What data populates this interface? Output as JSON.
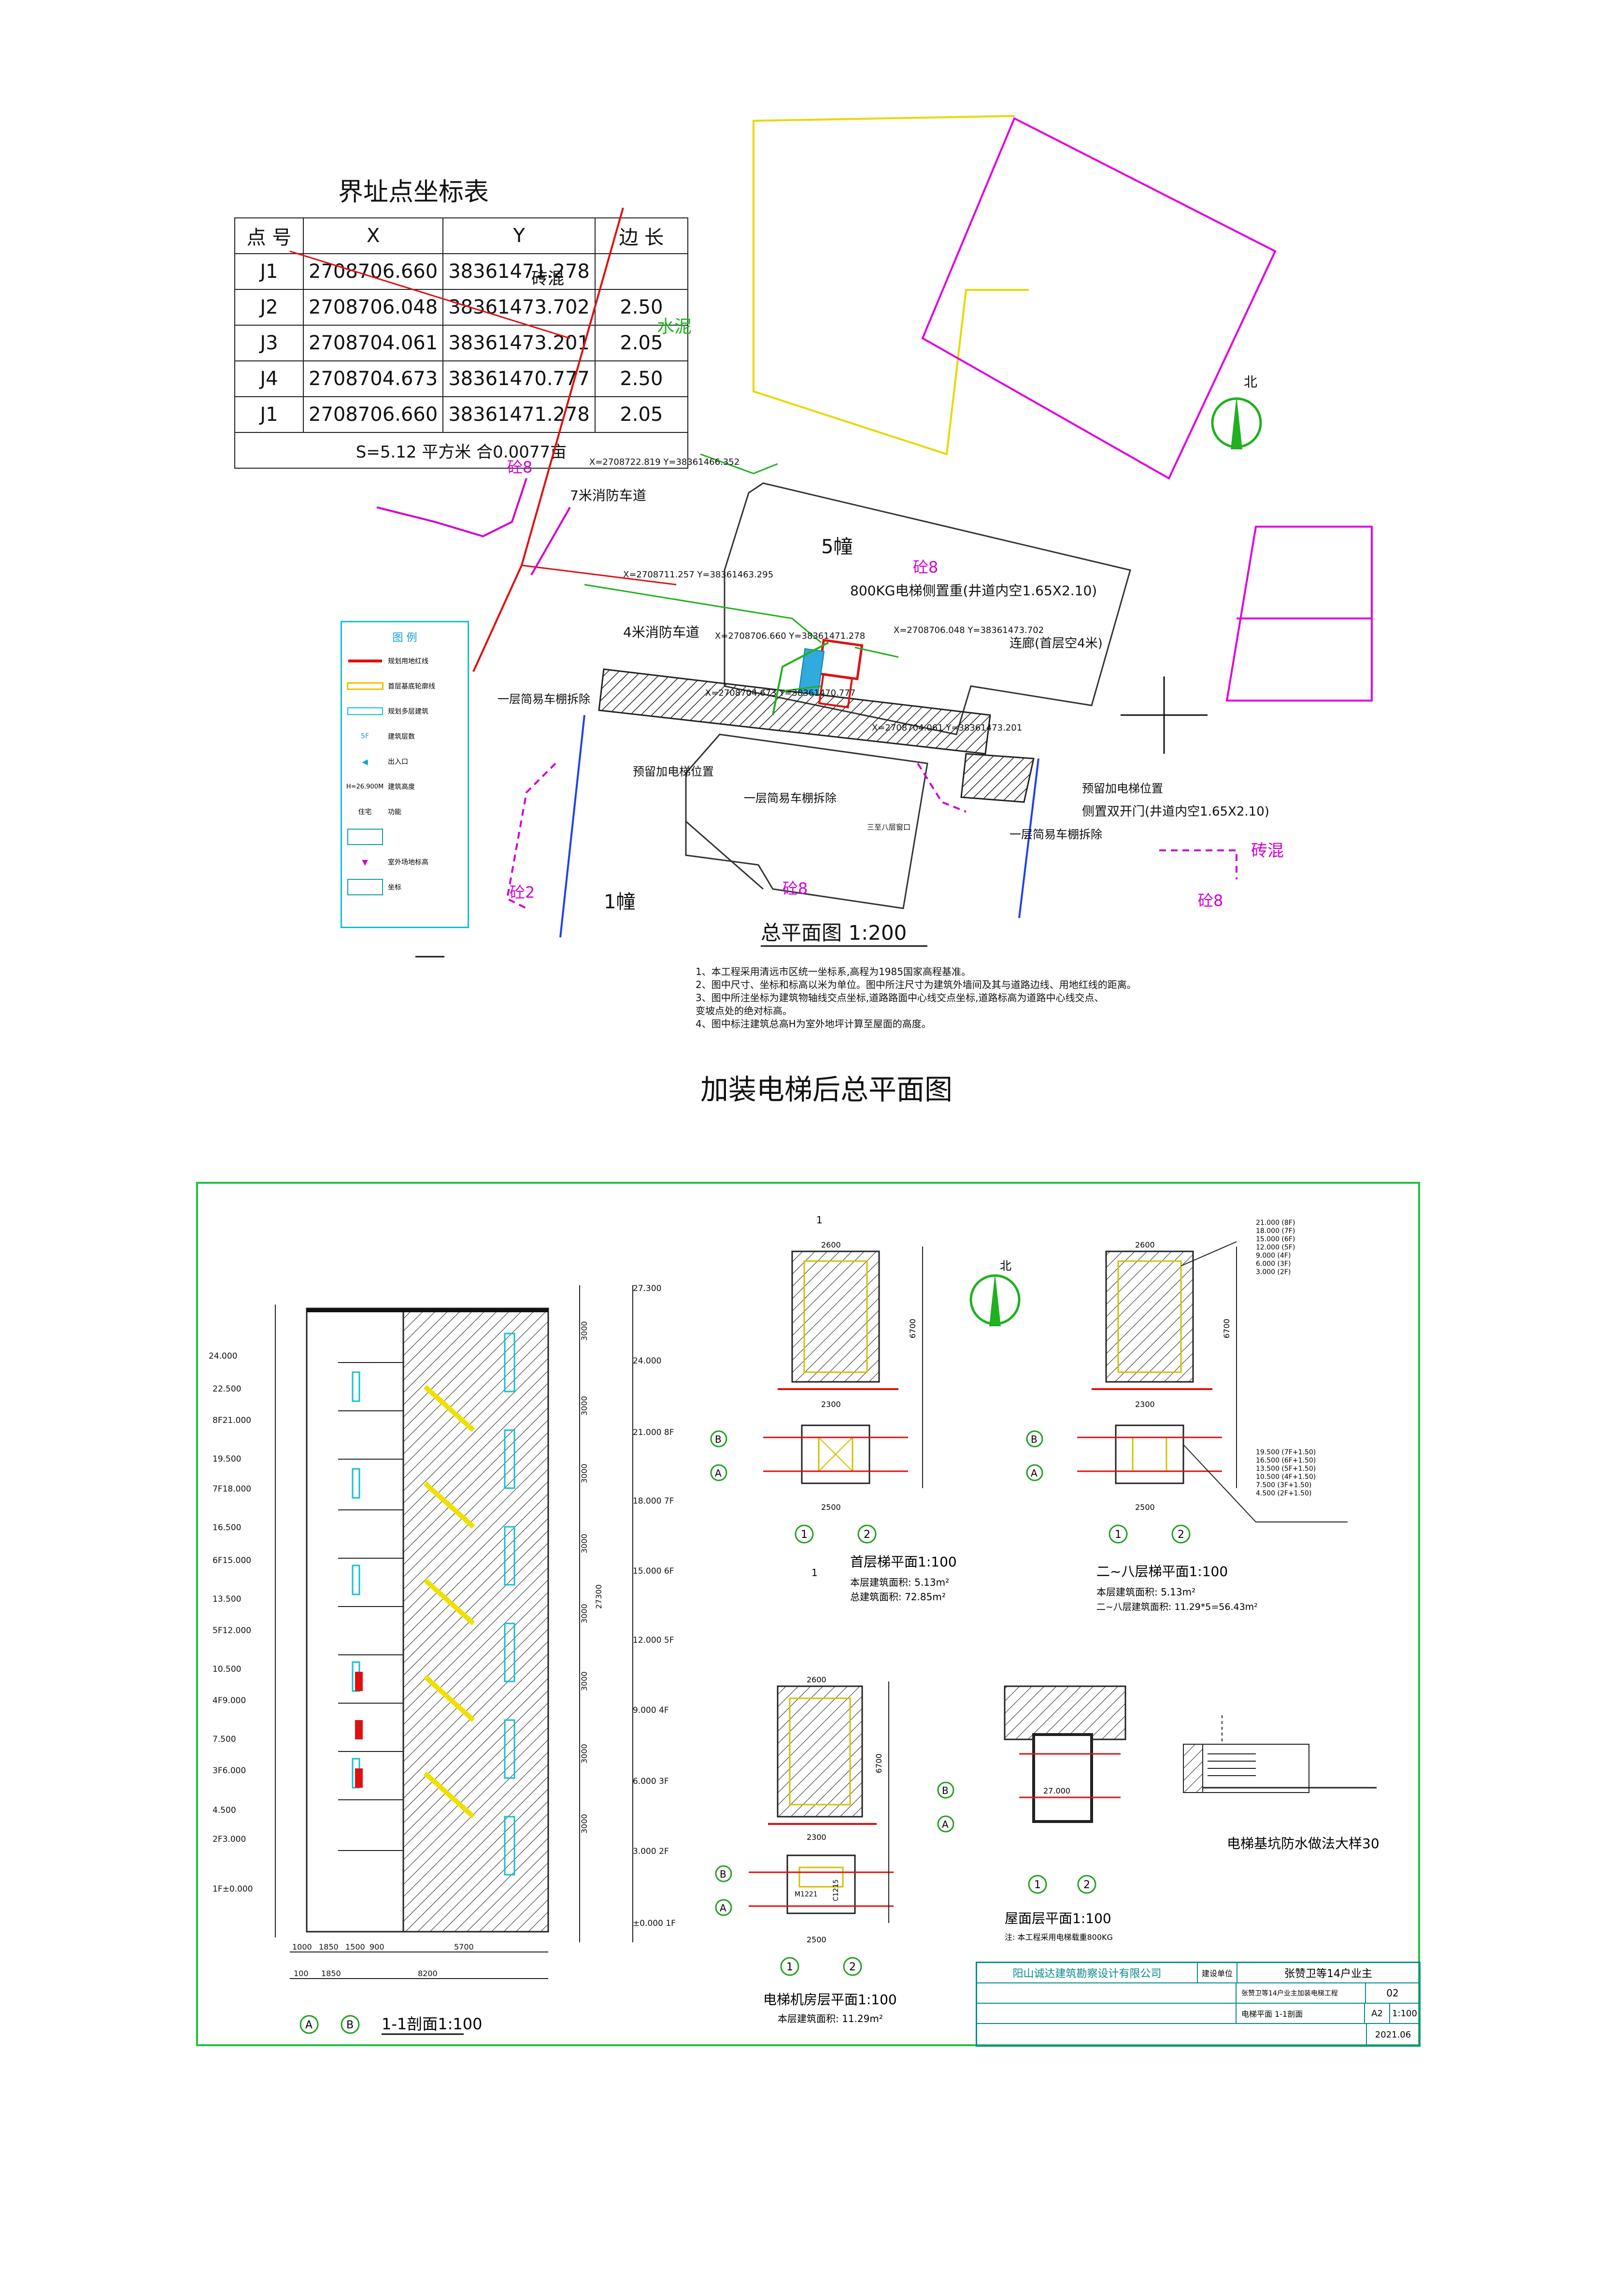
{
  "coord_table": {
    "title": "界址点坐标表",
    "headers": [
      "点 号",
      "X",
      "Y",
      "边 长"
    ],
    "rows": [
      {
        "pt": "J1",
        "x": "2708706.660",
        "y": "38361471.278",
        "len": ""
      },
      {
        "pt": "J2",
        "x": "2708706.048",
        "y": "38361473.702",
        "len": "2.50"
      },
      {
        "pt": "J3",
        "x": "2708704.061",
        "y": "38361473.201",
        "len": "2.05"
      },
      {
        "pt": "J4",
        "x": "2708704.673",
        "y": "38361470.777",
        "len": "2.50"
      },
      {
        "pt": "J1",
        "x": "2708706.660",
        "y": "38361471.278",
        "len": "2.05"
      }
    ],
    "area_row": "S=5.12 平方米 合0.0077亩"
  },
  "site_plan": {
    "title": "总平面图 1:200",
    "labels": {
      "brick": "砖混",
      "cement": "水泥",
      "fire_lane_7m": "7米消防车道",
      "fire_lane_4m": "4米消防车道",
      "building5": "5幢",
      "building1": "1幢",
      "elevator_note": "800KG电梯侧置重(井道内空1.65X2.10)",
      "corridor": "连廊(首层空4米)",
      "demolish1": "一层简易车棚拆除",
      "demolish2": "一层简易车棚拆除",
      "demolish3": "一层简易车棚拆除",
      "reserve1": "预留加电梯位置",
      "reserve2": "预留加电梯位置",
      "side_door": "侧置双开门(井道内空1.65X2.10)",
      "concrete8a": "砼8",
      "concrete8b": "砼8",
      "concrete8c": "砼8",
      "concrete8d": "砼8",
      "concrete2": "砼2",
      "coord1": "X=2708722.819\nY=38361466.352",
      "coord2": "X=2708711.257\nY=38361463.295",
      "coord3": "X=2708706.660\nY=38361471.278",
      "coord4": "X=2708706.048\nY=38361473.702",
      "coord5": "X=2708704.673\nY=38361470.777",
      "coord6": "X=2708704.061\nY=38361473.201",
      "window": "三至八层窗口",
      "north": "北"
    },
    "legend": {
      "title": "图 例",
      "items": [
        "规划用地红线",
        "首层基底轮廓线",
        "规划多层建筑",
        "建筑层数",
        "出入口",
        "建筑高度",
        "功能",
        "",
        "室外场地标高",
        "坐标"
      ],
      "samples": [
        "",
        "",
        "",
        "5F",
        "",
        "H=26.900M",
        "住宅",
        "",
        "",
        ""
      ]
    },
    "notes": [
      "1、本工程采用清远市区统一坐标系,高程为1985国家高程基准。",
      "2、图中尺寸、坐标和标高以米为单位。图中所注尺寸为建筑外墙间及其与道路边线、用地红线的距离。",
      "3、图中所注坐标为建筑物轴线交点坐标,道路路面中心线交点坐标,道路标高为道路中心线交点、",
      "   变坡点处的绝对标高。",
      "4、图中标注建筑总高H为室外地坪计算至屋面的高度。"
    ]
  },
  "page_caption": "加装电梯后总平面图",
  "drawing_sheet": {
    "section": {
      "title": "1-1剖面1:100",
      "left_levels": [
        "24.000",
        "22.500",
        "8F21.000",
        "19.500",
        "7F18.000",
        "16.500",
        "6F15.000",
        "13.500",
        "5F12.000",
        "10.500",
        "4F9.000",
        "7.500",
        "3F6.000",
        "4.500",
        "2F3.000",
        "1F±0.000"
      ],
      "right_levels": [
        "27.300",
        "24.000",
        "21.000 8F",
        "18.000 7F",
        "15.000 6F",
        "12.000 5F",
        "9.000 4F",
        "6.000 3F",
        "3.000 2F",
        "±0.000 1F"
      ],
      "right_dims": [
        "3000",
        "3000",
        "3000",
        "3000",
        "3000",
        "3000",
        "27300",
        "3000",
        "3000"
      ],
      "bottom_dims_top": [
        "1000",
        "1850",
        "1500",
        "900",
        "5700"
      ],
      "bottom_dims": [
        "100",
        "1850",
        "8200"
      ],
      "axes": [
        "A",
        "B"
      ]
    },
    "plan_ground": {
      "title": "首层梯平面1:100",
      "area1": "本层建筑面积: 5.13m²",
      "area2": "总建筑面积: 72.85m²",
      "dims_top": "2600",
      "dims_bottom": [
        "2300",
        "2500"
      ],
      "dim_height": "6700",
      "axes_h": [
        "1",
        "2"
      ],
      "axes_v": [
        "B",
        "A"
      ],
      "section_mark": "1"
    },
    "plan_upper": {
      "title": "二~八层梯平面1:100",
      "area1": "本层建筑面积: 5.13m²",
      "area2": "二~八层建筑面积: 11.29*5=56.43m²",
      "levels": [
        "21.000 (8F)",
        "18.000 (7F)",
        "15.000 (6F)",
        "12.000 (5F)",
        "9.000 (4F)",
        "6.000 (3F)",
        "3.000 (2F)"
      ],
      "levels2": [
        "19.500 (7F+1.50)",
        "16.500 (6F+1.50)",
        "13.500 (5F+1.50)",
        "10.500 (4F+1.50)",
        "7.500 (3F+1.50)",
        "4.500 (2F+1.50)"
      ]
    },
    "plan_machine": {
      "title": "电梯机房层平面1:100",
      "area": "本层建筑面积: 11.29m²",
      "door": "M1221",
      "window": "C1215"
    },
    "plan_roof": {
      "title": "屋面层平面1:100",
      "note": "注: 本工程采用电梯载重800KG",
      "level": "27.000"
    },
    "waterproof": {
      "title": "电梯基坑防水做法大样30"
    },
    "title_block": {
      "company": "阳山诚达建筑勘察设计有限公司",
      "project_label": "建设单位",
      "project": "张赞卫等14户业主",
      "subproject": "张赞卫等14户业主加装电梯工程",
      "drawing": "电梯平面 1-1剖面",
      "sheet_no": "02",
      "size": "A2",
      "scale": "1:100",
      "date": "2021.06"
    }
  }
}
